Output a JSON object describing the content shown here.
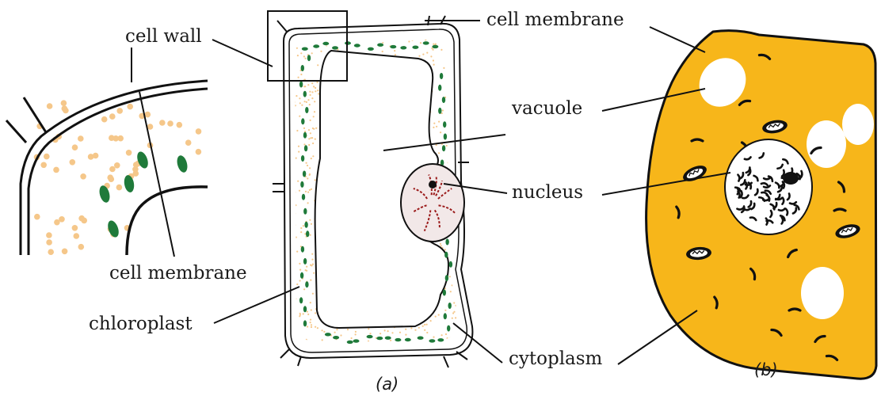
{
  "labels": {
    "cell_wall": "cell wall",
    "cell_membrane_left": "cell membrane",
    "chloroplast": "chloroplast",
    "cell_membrane_top": "cell membrane",
    "vacuole": "vacuole",
    "nucleus": "nucleus",
    "cytoplasm": "cytoplasm"
  },
  "captions": {
    "plant": "(a)",
    "animal": "(b)"
  },
  "colors": {
    "cytoplasm_dots": "#f5c78a",
    "chloroplast": "#1f7a3a",
    "plant_nucleus_fill": "#f2e8e8",
    "chromatin_red": "#9b1b1b",
    "animal_cytoplasm": "#f7b61a",
    "animal_vacuole": "#ffffff"
  }
}
